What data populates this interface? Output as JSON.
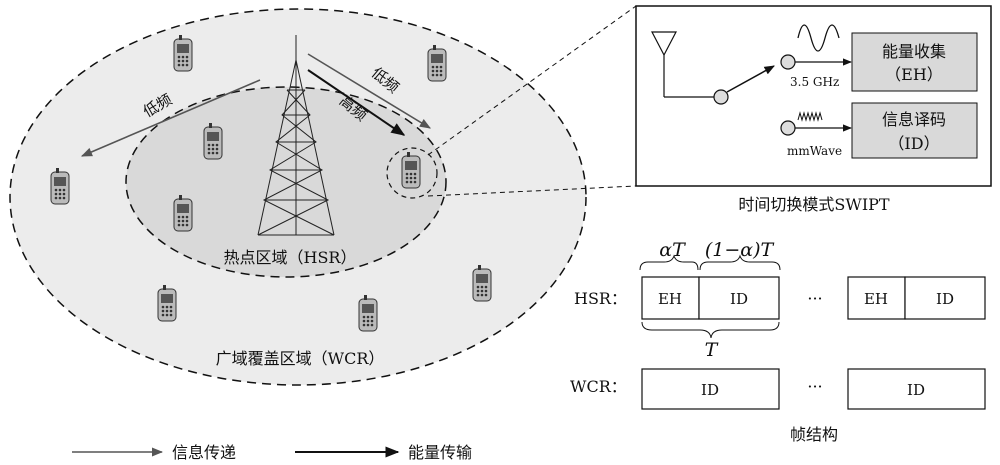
{
  "network": {
    "low_freq_label_left": "低频",
    "low_freq_label_right": "低频",
    "high_freq_label": "高频",
    "hsr_region_label": "热点区域（HSR）",
    "wcr_region_label": "广域覆盖区域（WCR）"
  },
  "swipt": {
    "eh_box_label_1": "能量收集",
    "eh_box_label_2": "（EH）",
    "id_box_label_1": "信息译码",
    "id_box_label_2": "（ID）",
    "freq_eh": "3.5 GHz",
    "freq_id": "mmWave",
    "caption": "时间切换模式SWIPT"
  },
  "frame": {
    "alpha_t": "αT",
    "one_minus_alpha_t": "(1−α)T",
    "hsr_label": "HSR：",
    "wcr_label": "WCR：",
    "eh": "EH",
    "id": "ID",
    "ellipsis": "···",
    "period": "T",
    "caption": "帧结构"
  },
  "legend": {
    "info_label": "信息传递",
    "energy_label": "能量传输"
  }
}
